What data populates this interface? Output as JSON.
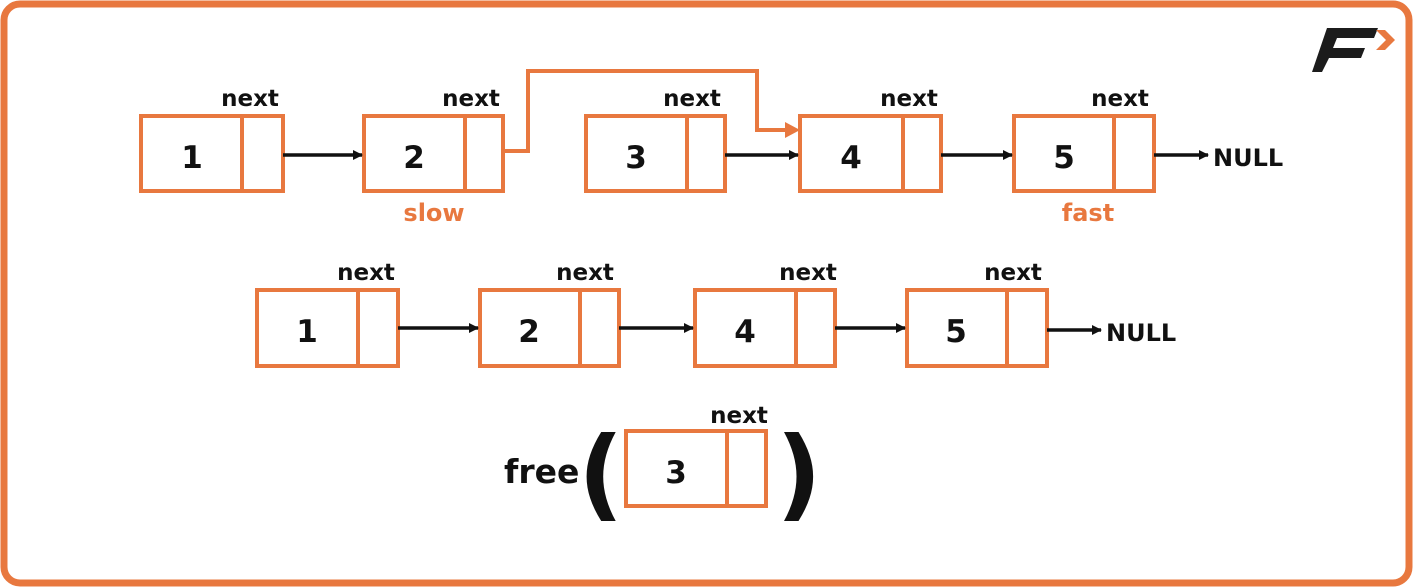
{
  "colors": {
    "accent": "#E8783F",
    "ink": "#111111",
    "background": "#ffffff"
  },
  "logo": {
    "icon": "brand-f-logo-icon"
  },
  "list_before": {
    "nodes": [
      {
        "value": "1",
        "next_label": "next"
      },
      {
        "value": "2",
        "next_label": "next",
        "pointer_label": "slow"
      },
      {
        "value": "3",
        "next_label": "next"
      },
      {
        "value": "4",
        "next_label": "next"
      },
      {
        "value": "5",
        "next_label": "next",
        "pointer_label": "fast"
      }
    ],
    "terminator": "NULL"
  },
  "list_after": {
    "nodes": [
      {
        "value": "1",
        "next_label": "next"
      },
      {
        "value": "2",
        "next_label": "next"
      },
      {
        "value": "4",
        "next_label": "next"
      },
      {
        "value": "5",
        "next_label": "next"
      }
    ],
    "terminator": "NULL"
  },
  "freed": {
    "call_label": "free",
    "open_paren": "(",
    "close_paren": ")",
    "node": {
      "value": "3",
      "next_label": "next"
    }
  }
}
